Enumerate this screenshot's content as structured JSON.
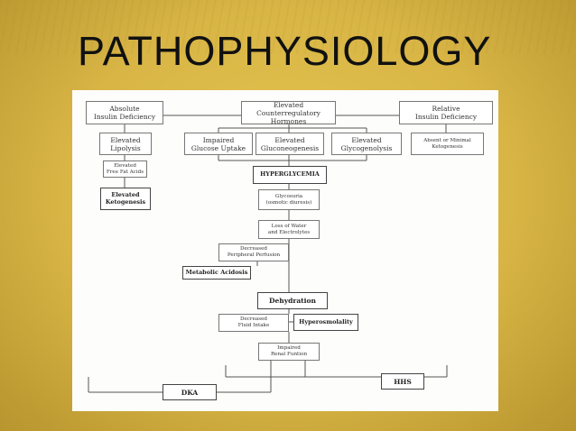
{
  "slide": {
    "title": "PATHOPHYSIOLOGY"
  },
  "diagram": {
    "nodes": {
      "absolute_insulin_deficiency": "Absolute\nInsulin Deficiency",
      "elevated_counterregulatory_hormones": "Elevated\nCounterregulatory Hormones",
      "relative_insulin_deficiency": "Relative\nInsulin Deficiency",
      "elevated_lipolysis": "Elevated\nLipolysis",
      "impaired_glucose_uptake": "Impaired\nGlucose Uptake",
      "elevated_gluconeogenesis": "Elevated\nGluconeogenesis",
      "elevated_glycogenolysis": "Elevated\nGlycogenolysis",
      "absent_minimal_ketogenesis": "Absent or Minimal\nKetogenesis",
      "elevated_free_fatty_acids": "Elevated\nFree Fat Acids",
      "hyperglycemia": "HYPERGLYCEMIA",
      "elevated_ketogenesis": "Elevated\nKetogenesis",
      "glycosuria": "Glycosuria\n(osmotic diuresis)",
      "loss_water_electrolytes": "Loss of Water\nand Electrolytes",
      "decreased_peripheral_perfusion": "Decreased\nPeripheral Perfusion",
      "metabolic_acidosis": "Metabolic Acidosis",
      "dehydration": "Dehydration",
      "decreased_fluid_intake": "Decreased\nFluid Intake",
      "hyperosmolality": "Hyperosmolality",
      "impaired_renal_function": "Impaired\nRenal Funtion",
      "dka": "DKA",
      "hhs": "HHS"
    }
  }
}
